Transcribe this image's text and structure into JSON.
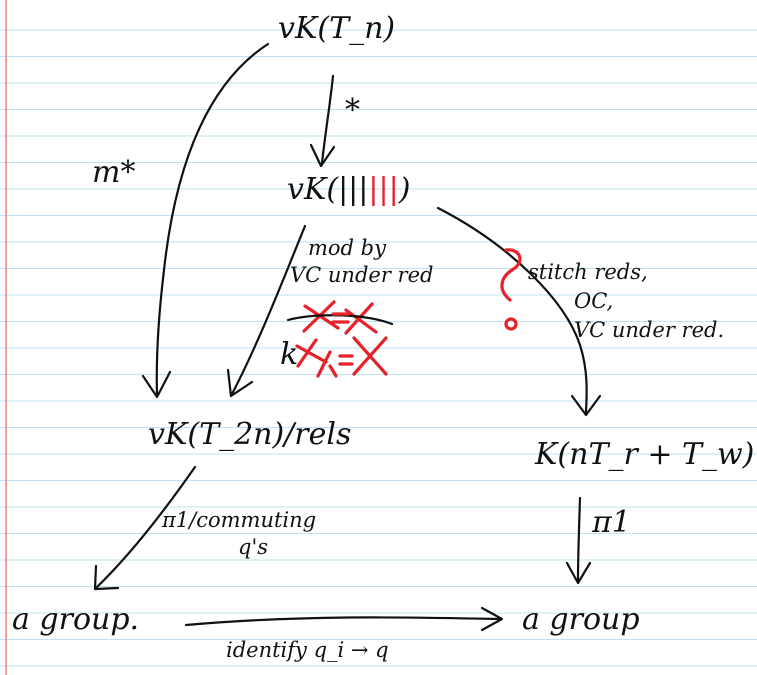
{
  "colors": {
    "ink": "#111111",
    "red_ink": "#e8202a",
    "rule_line": "#bfe3f2",
    "margin_line": "#f08080"
  },
  "nodes": {
    "top": "vK(T_n)",
    "middle_prefix": "vK(|||",
    "middle_red": "|||",
    "middle_suffix": ")",
    "left": "vK(T_2n)/rels",
    "right": "K(nT_r + T_w)",
    "bottom_left": "a group.",
    "bottom_right": "a group"
  },
  "edges": {
    "top_to_left": "m*",
    "top_to_middle": "*",
    "middle_to_left_line1": "mod by",
    "middle_to_left_line2": "VC under red",
    "middle_to_right_line1": "stitch reds,",
    "middle_to_right_line2": "OC,",
    "middle_to_right_line3": "VC under red.",
    "left_to_bottom_line1": "π1/commuting",
    "left_to_bottom_line2": "q's",
    "right_to_bottom": "π1",
    "bottom": "identify q_i → q"
  },
  "red_annotations": {
    "relation_struck": "X = X",
    "relation": "X/1 = X",
    "circle": "o"
  }
}
